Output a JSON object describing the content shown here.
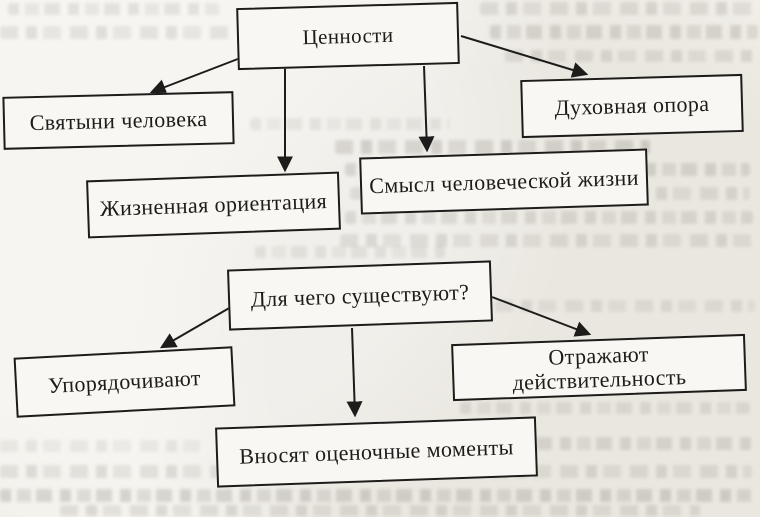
{
  "page": {
    "kind": "scanned textbook diagram",
    "language": "Russian",
    "background_color": "#f2f0ea",
    "ink_color": "#1d1c1a",
    "box_fill_color": "#f8f7f3"
  },
  "diagram": {
    "title_node": "Ценности",
    "aspects": [
      "Святыни человека",
      "Жизненная ориентация",
      "Смысл человеческой жизни",
      "Духовная опора"
    ],
    "question_node": "Для чего существуют?",
    "functions": [
      "Упорядочивают",
      "Вносят оценочные моменты",
      "Отражают действительность"
    ]
  }
}
